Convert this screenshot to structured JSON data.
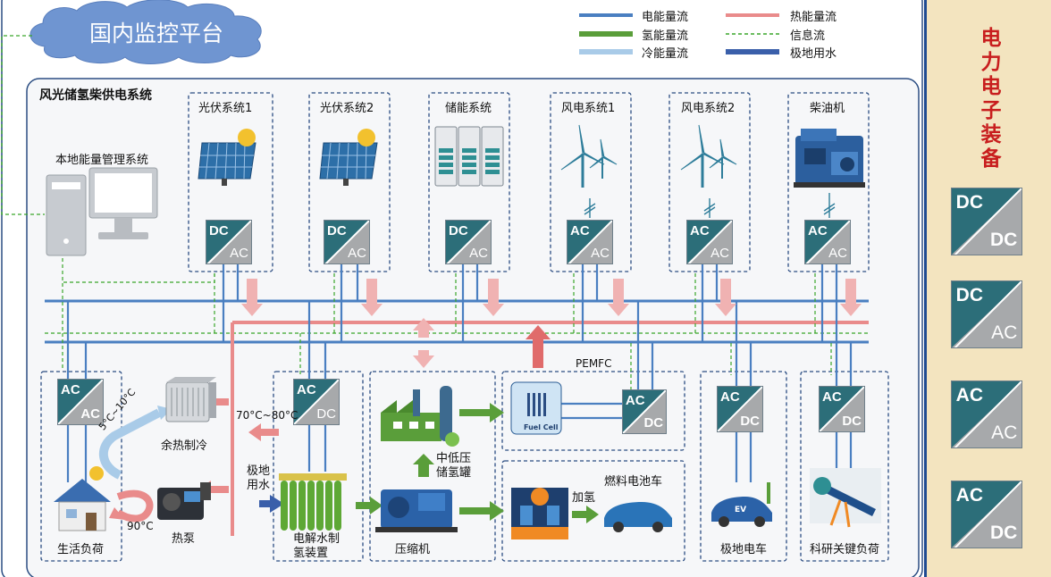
{
  "platform_title": "国内监控平台",
  "system_title": "风光储氢柴供电系统",
  "side_panel_title": "电力电子装备",
  "legend": [
    {
      "label": "电能量流",
      "color": "#4a7fc1"
    },
    {
      "label": "热能量流",
      "color": "#e98b8b"
    },
    {
      "label": "氢能量流",
      "color": "#5a9e3a"
    },
    {
      "label": "信息流",
      "color": "#3aa62a"
    },
    {
      "label": "冷能量流",
      "color": "#a9cbe8"
    },
    {
      "label": "极地用水",
      "color": "#3a5faa"
    }
  ],
  "sources": [
    {
      "label": "光伏系统1",
      "conv_top": "DC",
      "conv_bot": "AC"
    },
    {
      "label": "光伏系统2",
      "conv_top": "DC",
      "conv_bot": "AC"
    },
    {
      "label": "储能系统",
      "conv_top": "DC",
      "conv_bot": "AC"
    },
    {
      "label": "风电系统1",
      "conv_top": "AC",
      "conv_bot": "AC"
    },
    {
      "label": "风电系统2",
      "conv_top": "AC",
      "conv_bot": "AC"
    },
    {
      "label": "柴油机",
      "conv_top": "AC",
      "conv_bot": "AC"
    }
  ],
  "local_ems": "本地能量管理系统",
  "loads": {
    "living": {
      "label": "生活负荷",
      "conv_top": "AC",
      "conv_bot": "AC"
    },
    "waste_heat": "余热制冷",
    "heat_pump": "热泵",
    "cold_temp": "5°C~10°C",
    "heat_pump_temp": "90°C",
    "recovery_temp": "70°C~80°C",
    "polar_water": "极地用水",
    "electrolyzer": {
      "label": "电解水制氢装置",
      "conv_top": "AC",
      "conv_bot": "DC"
    },
    "tank": "中低压储氢罐",
    "compressor": "压缩机",
    "pemfc": "PEMFC",
    "fuel_cell": {
      "label": "Fuel Cell",
      "conv_top": "AC",
      "conv_bot": "DC"
    },
    "refuel": "加氢",
    "fcv": "燃料电池车",
    "ev": {
      "label": "极地电车",
      "conv_top": "AC",
      "conv_bot": "DC",
      "badge": "EV"
    },
    "research": {
      "label": "科研关键负荷",
      "conv_top": "AC",
      "conv_bot": "DC"
    }
  },
  "side_converters": [
    {
      "top": "DC",
      "bot": "DC"
    },
    {
      "top": "DC",
      "bot": "AC"
    },
    {
      "top": "AC",
      "bot": "AC"
    },
    {
      "top": "AC",
      "bot": "DC"
    }
  ]
}
